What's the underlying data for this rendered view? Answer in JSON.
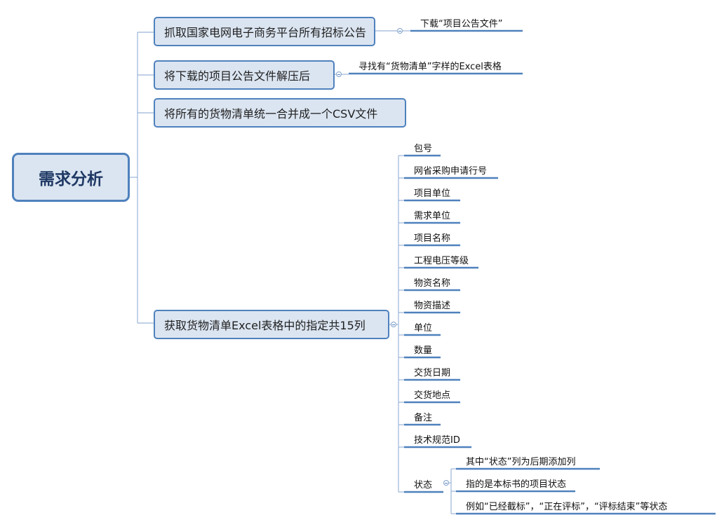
{
  "root": {
    "label": "需求分析"
  },
  "topics": [
    {
      "label": "抓取国家电网电子商务平台所有招标公告",
      "children": [
        "下载“项目公告文件”"
      ]
    },
    {
      "label": "将下载的项目公告文件解压后",
      "children": [
        "寻找有“货物清单”字样的Excel表格"
      ]
    },
    {
      "label": "将所有的货物清单统一合并成一个CSV文件",
      "children": []
    },
    {
      "label": "获取货物清单Excel表格中的指定共15列",
      "children": [
        "包号",
        "网省采购申请行号",
        "项目单位",
        "需求单位",
        "项目名称",
        "工程电压等级",
        "物资名称",
        "物资描述",
        "单位",
        "数量",
        "交货日期",
        "交货地点",
        "备注",
        "技术规范ID",
        "状态"
      ]
    }
  ],
  "status_notes": [
    "其中“状态”列为后期添加列",
    "指的是本标书的项目状态",
    "例如“已经截标”，“正在评标”，“评标结束”等状态"
  ],
  "colors": {
    "line": "#4f81bd",
    "fill": "#dbe5f1",
    "leaf_line": "#4f81bd"
  }
}
